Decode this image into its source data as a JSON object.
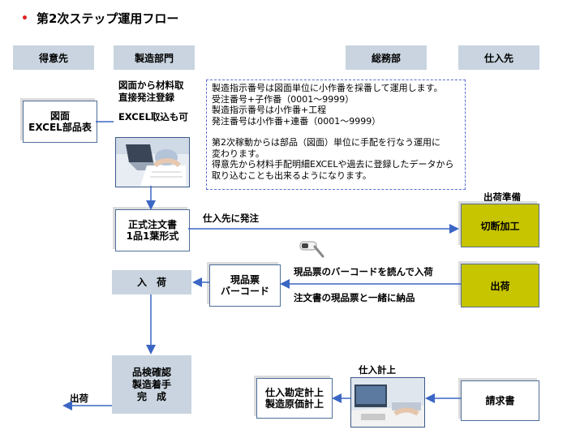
{
  "title": "第2次ステップ運用フロー",
  "headers": {
    "customer": "得意先",
    "manufacturing": "製造部門",
    "general_affairs": "総務部",
    "supplier": "仕入先"
  },
  "nodes": {
    "drawing": [
      "図面",
      "EXCEL部品表"
    ],
    "order_form": [
      "正式注文書",
      "1品1葉形式"
    ],
    "arrival": "入　荷",
    "ticket": [
      "現品票",
      "バーコード"
    ],
    "quality": [
      "品検確認",
      "製造着手",
      "完　成"
    ],
    "cost": [
      "仕入勘定計上",
      "製造原価計上"
    ],
    "invoice": "請求書",
    "cutting": "切断加工",
    "shipping": "出荷"
  },
  "labels": {
    "material_entry": [
      "図面から材料取",
      "直接発注登録"
    ],
    "excel_import": "EXCEL取込も可",
    "order_to_supplier": "仕入先に発注",
    "ship_prep": "出荷準備",
    "read_barcode": "現品票のバーコードを読んで入荷",
    "deliver_with": "注文書の現品票と一緒に納品",
    "purchase_record": "仕入計上",
    "ship_out": "出荷"
  },
  "note": {
    "lines_a": [
      "製造指示番号は図面単位に小作番を採番して運用します。",
      "受注番号+子作番（0001～9999）",
      "製造指示番号は小作番+工程",
      "発注番号は小作番+連番（0001～9999）"
    ],
    "lines_b": [
      "第2次稼動からは部品（図面）単位に手配を行なう運用に",
      "変わります。",
      "得意先から材料手配明細EXCELや過去に登録したデータから",
      "取り込むことも出来るようになります。"
    ]
  },
  "colors": {
    "header_fill": "#c9d4e0",
    "olive_fill": "#c7c400",
    "arrow": "#3b66c4",
    "bullet": "#e0201e"
  }
}
